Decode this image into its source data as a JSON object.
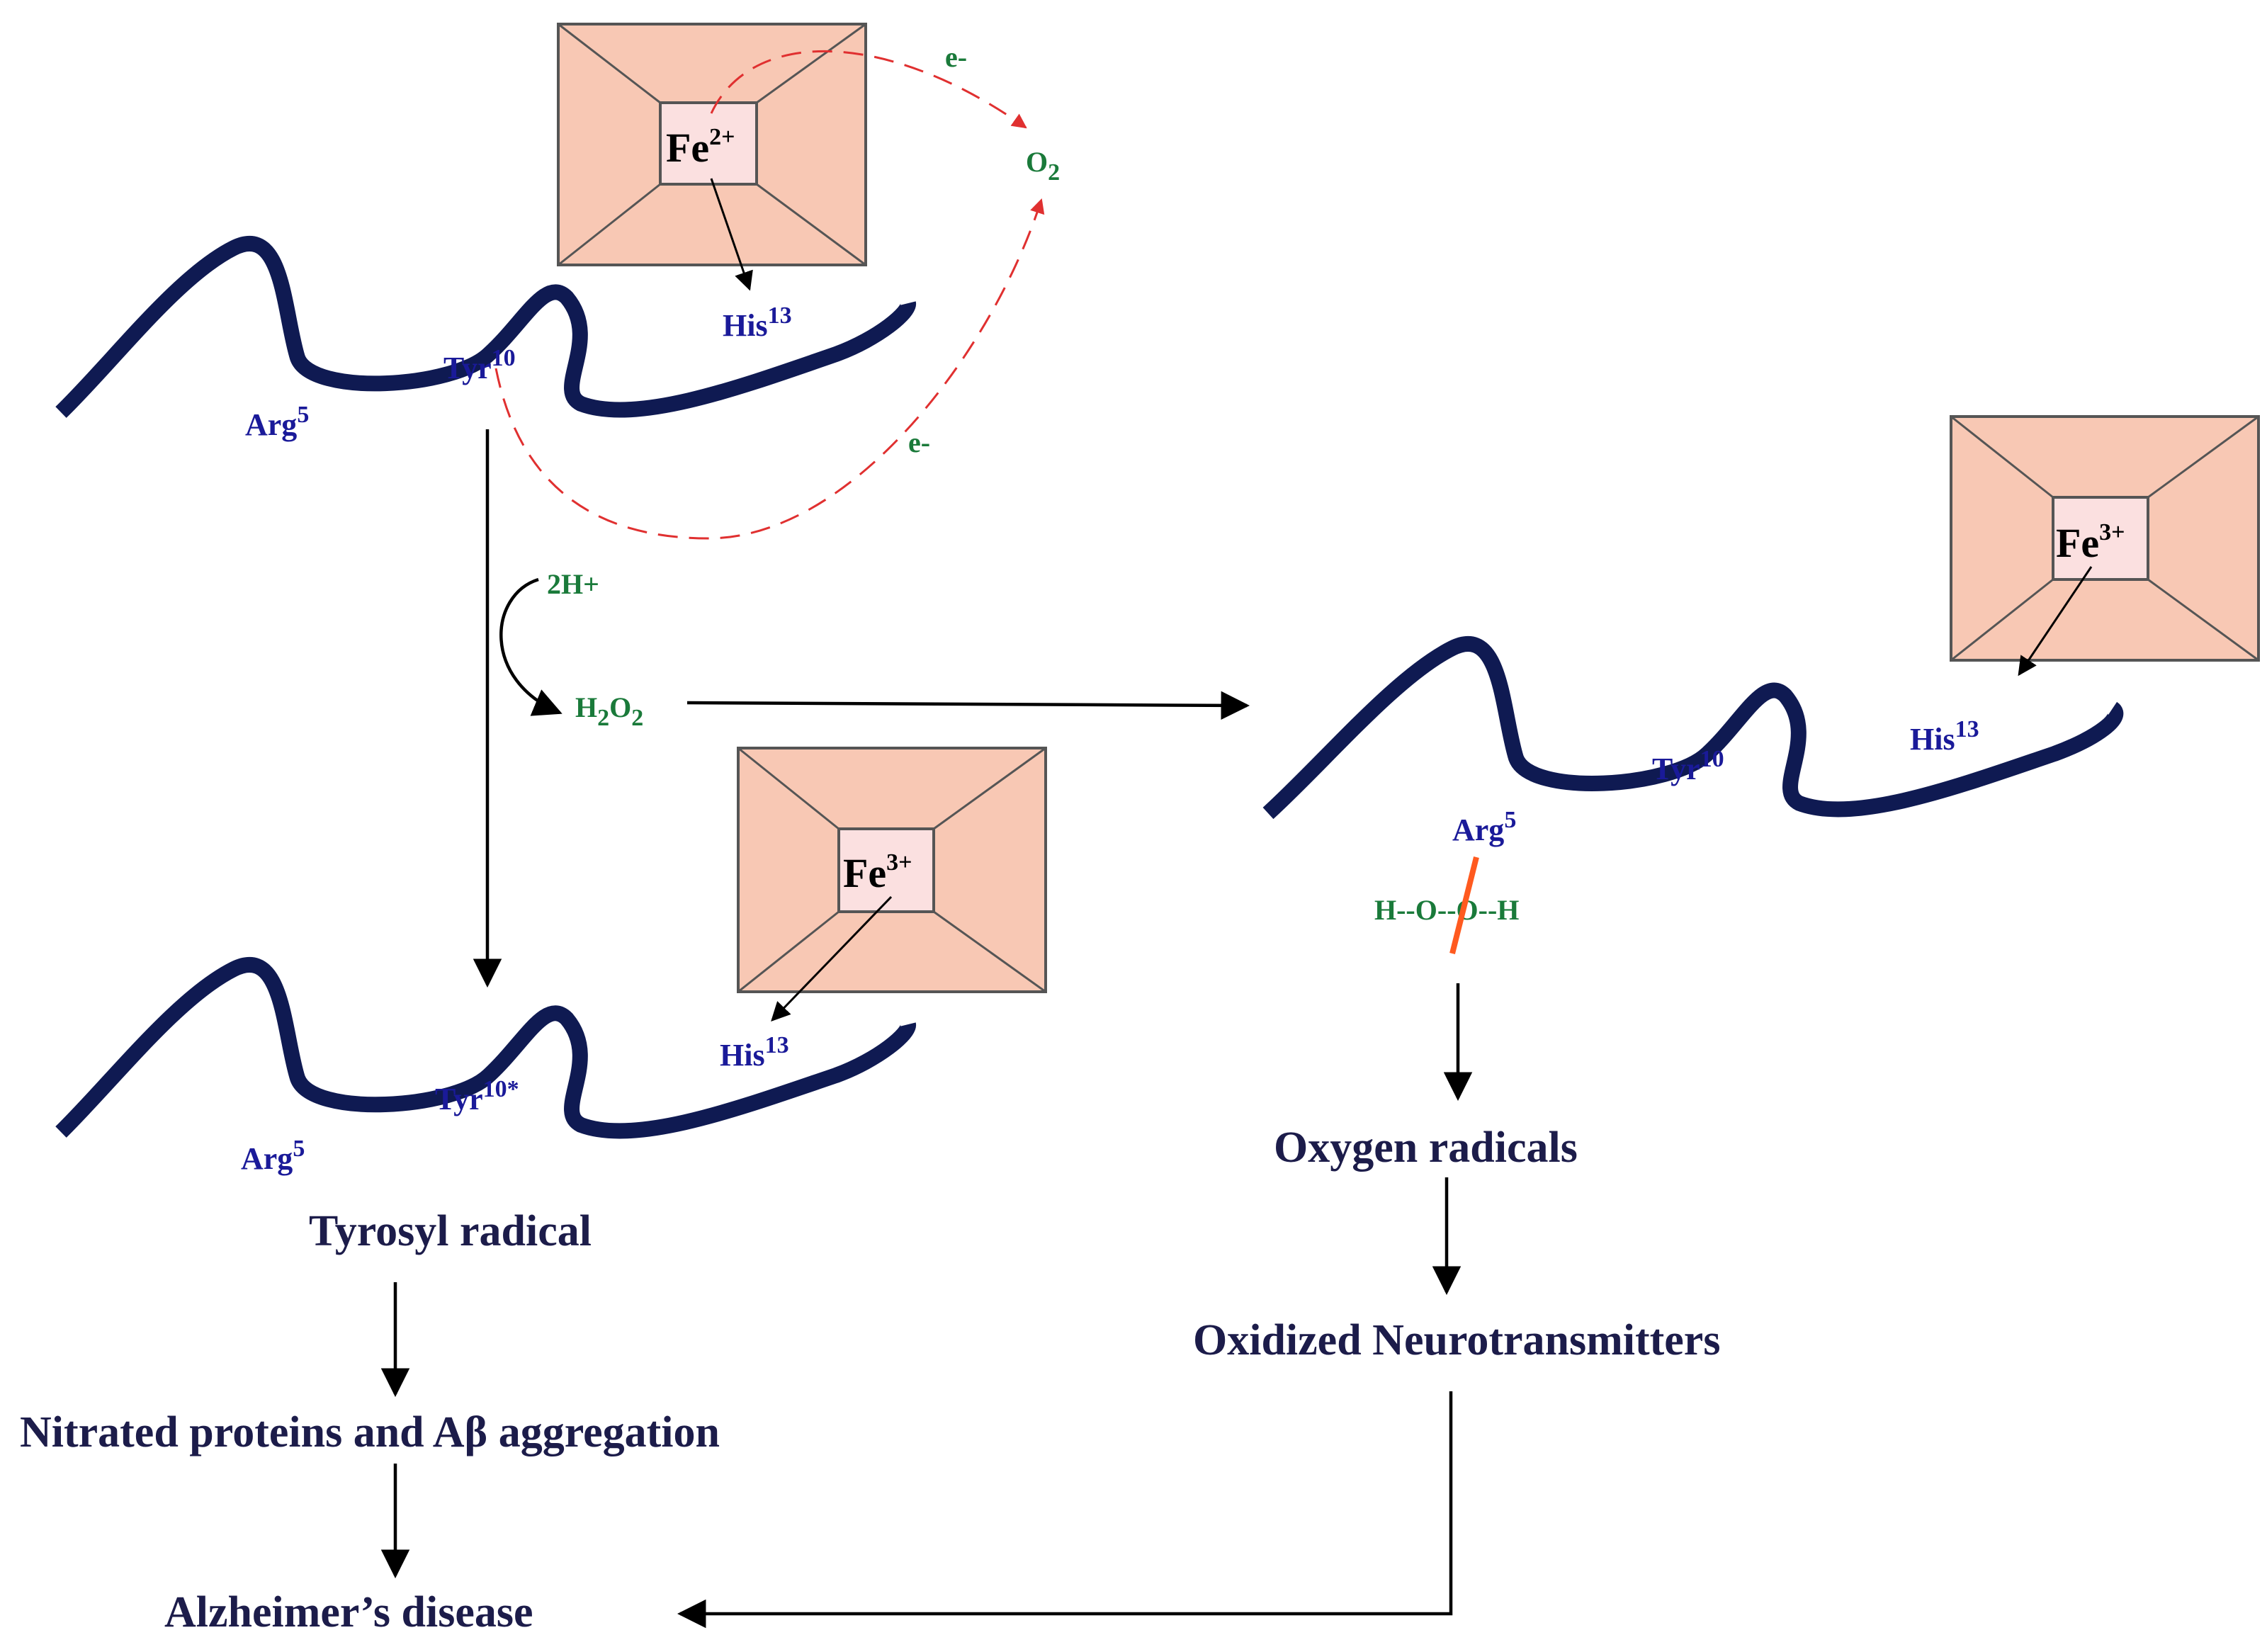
{
  "fe_boxes": {
    "top": {
      "symbol": "Fe",
      "charge": "2+"
    },
    "middle": {
      "symbol": "Fe",
      "charge": "3+"
    },
    "right": {
      "symbol": "Fe",
      "charge": "3+"
    }
  },
  "residues": {
    "his": "His",
    "his_num": "13",
    "tyr": "Tyr",
    "tyr_num": "10",
    "tyr_radical_num": "10*",
    "arg": "Arg",
    "arg_num": "5"
  },
  "chemistry": {
    "electron": "e-",
    "oxygen": "O",
    "oxygen_sub": "2",
    "protons": "2H+",
    "peroxide_h": "H",
    "peroxide_o": "O",
    "peroxide_sub": "2",
    "peroxide_bond": "H--O--O--H"
  },
  "flow": {
    "tyrosyl": "Tyrosyl radical",
    "nitrated_prefix": "Nitrated proteins and A",
    "nitrated_beta": "β",
    "nitrated_suffix": " aggregation",
    "alzheimers": "Alzheimer’s disease",
    "oxygen_radicals": "Oxygen radicals",
    "oxidized": "Oxidized Neurotransmitters"
  },
  "colors": {
    "chain": "#0f1a52",
    "fe_box": "#f8c8b4",
    "fe_core": "#fbe0e0",
    "residue_label": "#1a1a99",
    "chemistry_label": "#1a7a3a",
    "electron_path": "#e03030",
    "bond_cleavage": "#ff5a1f"
  }
}
